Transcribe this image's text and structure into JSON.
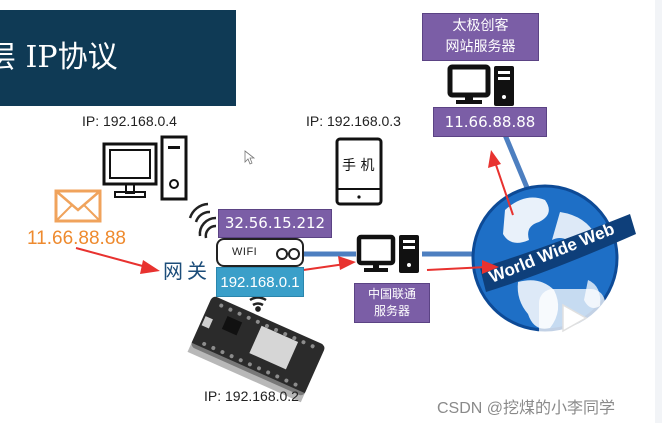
{
  "title": "层 IP协议",
  "title_full_prefix_hint": "",
  "colors": {
    "banner": "#0f3a55",
    "purple": "#7b5ea6",
    "gateway_blue": "#3a9fc9",
    "link_blue": "#4d7fc0",
    "arrow_red": "#e8322f",
    "mail_orange": "#ee8a2e"
  },
  "web_server": {
    "label_line1": "太极创客",
    "label_line2": "网站服务器",
    "ip": "11.66.88.88"
  },
  "pc": {
    "ip_label": "IP: 192.168.0.4"
  },
  "phone": {
    "ip_label": "IP: 192.168.0.3",
    "label": "手 机"
  },
  "mail": {
    "dest_ip": "11.66.88.88"
  },
  "gateway": {
    "label": "网关",
    "public_ip": "32.56.15.212",
    "device_label": "WIFI",
    "lan_ip": "192.168.0.1"
  },
  "isp_server": {
    "label_line1": "中国联通",
    "label_line2": "服务器"
  },
  "esp_board": {
    "ip_label": "IP: 192.168.0.2"
  },
  "globe": {
    "label": "World Wide Web"
  },
  "watermark": "CSDN @挖煤的小李同学"
}
